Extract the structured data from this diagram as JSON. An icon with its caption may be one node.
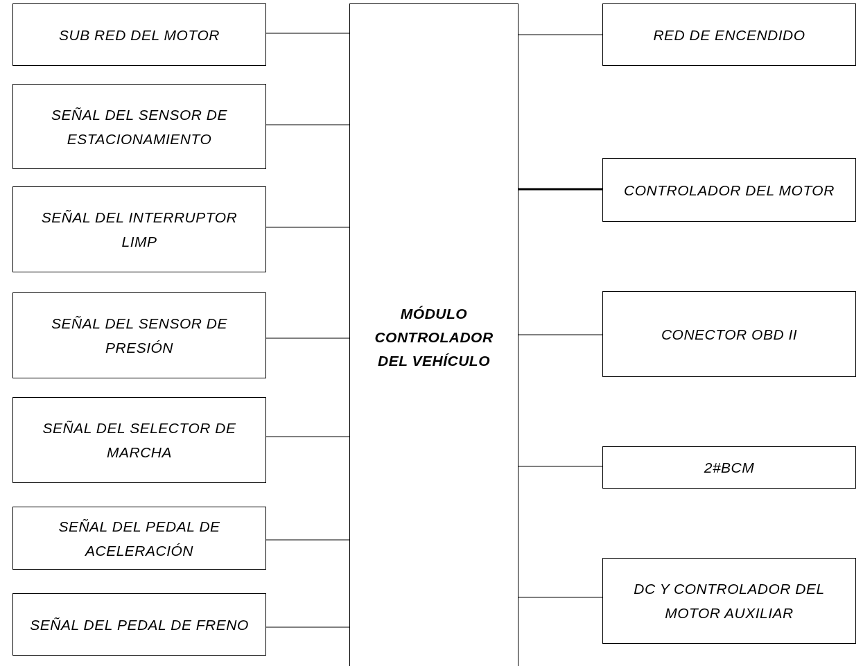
{
  "diagram": {
    "nodes": [
      {
        "text": [
          "SUB RED DEL MOTOR"
        ]
      },
      {
        "text": [
          "SEÑAL DEL SENSOR DE ESTACIONAMIENTO"
        ]
      },
      {
        "text": [
          "SEÑAL DEL INTERRUPTOR LIMP"
        ]
      },
      {
        "text": [
          "SEÑAL DEL SENSOR DE PRESIÓN"
        ]
      },
      {
        "text": [
          "SEÑAL DEL SELECTOR DE MARCHA"
        ]
      },
      {
        "text": [
          "SEÑAL DEL PEDAL DE ACELERACIÓN"
        ]
      },
      {
        "text": [
          "SEÑAL DEL PEDAL DE FRENO"
        ]
      },
      {
        "text": [
          "MÓDULO CONTROLADOR DEL VEHÍCULO"
        ]
      },
      {
        "text": [
          "RED DE ENCENDIDO"
        ]
      },
      {
        "text": [
          "CONTROLADOR DEL MOTOR"
        ]
      },
      {
        "text": [
          "CONECTOR OBD II"
        ]
      },
      {
        "text": [
          "2#BCM"
        ]
      },
      {
        "text": [
          "DC Y CONTROLADOR DEL MOTOR AUXILIAR"
        ]
      }
    ],
    "edges": [
      {
        "from": 0,
        "to": 7,
        "arrow": "none"
      },
      {
        "from": 1,
        "to": 7,
        "arrow": "none"
      },
      {
        "from": 2,
        "to": 7,
        "arrow": "none"
      },
      {
        "from": 3,
        "to": 7,
        "arrow": "none"
      },
      {
        "from": 4,
        "to": 7,
        "arrow": "none"
      },
      {
        "from": 5,
        "to": 7,
        "arrow": "none"
      },
      {
        "from": 6,
        "to": 7,
        "arrow": "none"
      },
      {
        "from": 7,
        "to": 8,
        "arrow": "none"
      },
      {
        "from": 7,
        "to": 9,
        "arrow": "none",
        "style": "thick"
      },
      {
        "from": 7,
        "to": 10,
        "arrow": "none"
      },
      {
        "from": 7,
        "to": 11,
        "arrow": "none"
      },
      {
        "from": 7,
        "to": 12,
        "arrow": "none"
      }
    ]
  }
}
